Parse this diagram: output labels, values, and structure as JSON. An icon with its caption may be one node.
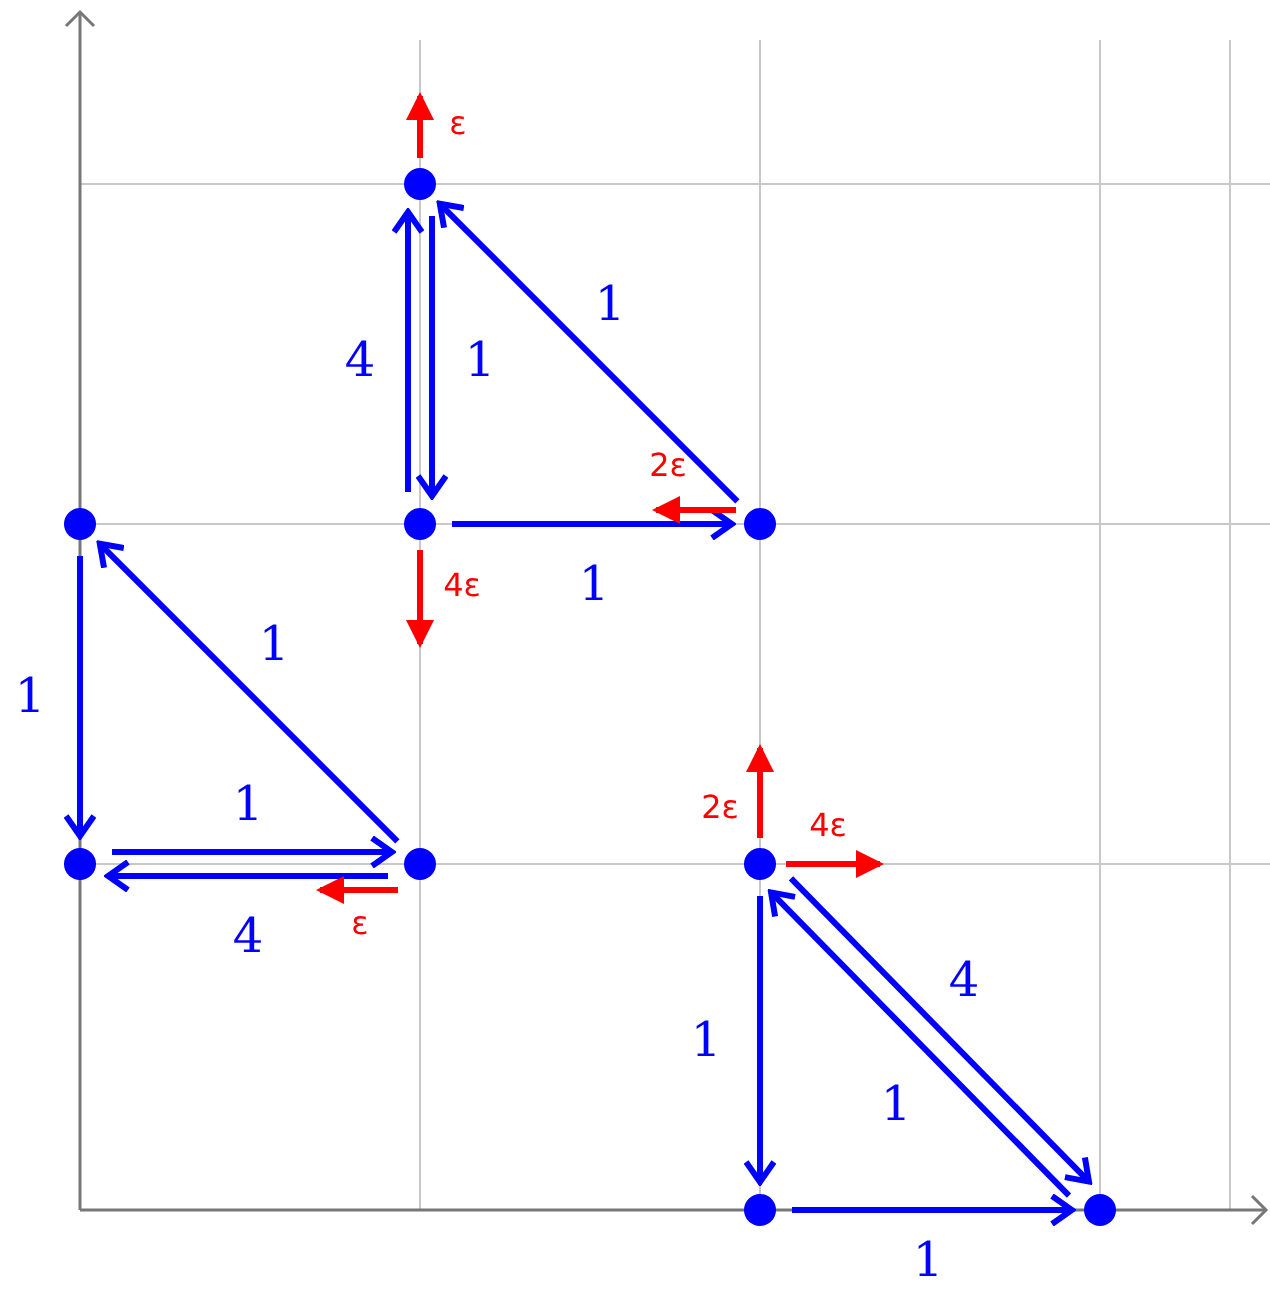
{
  "diagram": {
    "nodes": [
      {
        "text": [],
        "shape": "circle"
      },
      {
        "text": [],
        "shape": "circle"
      },
      {
        "text": [],
        "shape": "circle"
      },
      {
        "text": [],
        "shape": "circle"
      },
      {
        "text": [],
        "shape": "circle"
      },
      {
        "text": [],
        "shape": "circle"
      },
      {
        "text": [],
        "shape": "circle"
      },
      {
        "text": [],
        "shape": "circle"
      },
      {
        "text": [],
        "shape": "circle"
      }
    ],
    "edges": [
      {
        "from": 2,
        "to": 0,
        "arrow": "to",
        "label": "4"
      },
      {
        "from": 0,
        "to": 2,
        "arrow": "to",
        "label": "1"
      },
      {
        "from": 3,
        "to": 0,
        "arrow": "to",
        "label": "1"
      },
      {
        "from": 2,
        "to": 3,
        "arrow": "to",
        "label": "1"
      },
      {
        "from": 1,
        "to": 4,
        "arrow": "to",
        "label": "1"
      },
      {
        "from": 5,
        "to": 1,
        "arrow": "to",
        "label": "1"
      },
      {
        "from": 4,
        "to": 5,
        "arrow": "to",
        "label": "1"
      },
      {
        "from": 5,
        "to": 4,
        "arrow": "to",
        "label": "4"
      },
      {
        "from": 6,
        "to": 7,
        "arrow": "to",
        "label": "1"
      },
      {
        "from": 7,
        "to": 8,
        "arrow": "to",
        "label": "1"
      },
      {
        "from": 6,
        "to": 8,
        "arrow": "to",
        "label": "4"
      },
      {
        "from": 8,
        "to": 6,
        "arrow": "to",
        "label": "1"
      },
      {
        "from": 0,
        "to": null,
        "arrow": "to",
        "label": "ε",
        "color": "#ff0000"
      },
      {
        "from": 3,
        "to": null,
        "arrow": "to",
        "label": "2ε",
        "color": "#ff0000"
      },
      {
        "from": 2,
        "to": null,
        "arrow": "to",
        "label": "4ε",
        "color": "#ff0000"
      },
      {
        "from": 5,
        "to": null,
        "arrow": "to",
        "label": "ε",
        "color": "#ff0000"
      },
      {
        "from": 6,
        "to": null,
        "arrow": "to",
        "label": "2ε",
        "color": "#ff0000"
      },
      {
        "from": 6,
        "to": null,
        "arrow": "to",
        "label": "4ε",
        "color": "#ff0000"
      }
    ]
  }
}
